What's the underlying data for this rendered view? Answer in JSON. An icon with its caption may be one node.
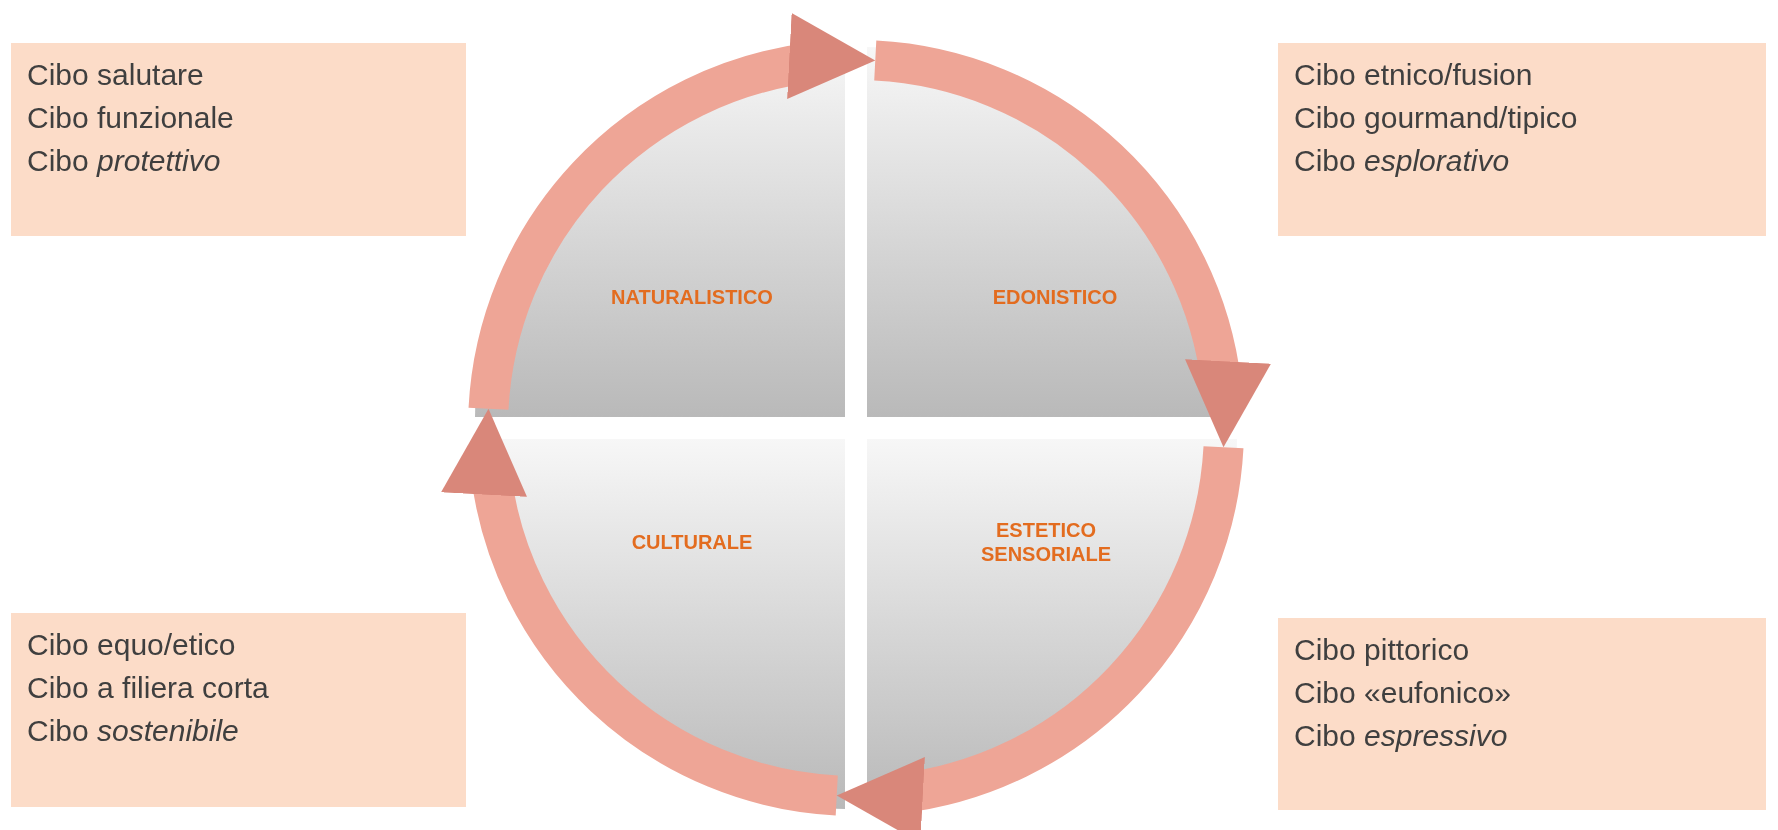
{
  "diagram": {
    "nodes": [
      {
        "text": [
          "Cibo salutare",
          "Cibo funzionale",
          "Cibo *protettivo*"
        ]
      },
      {
        "text": [
          "Cibo etnico/fusion",
          "Cibo gourmand/tipico",
          "Cibo *esplorativo*"
        ]
      },
      {
        "text": [
          "NATURALISTICO"
        ]
      },
      {
        "text": [
          "EDONISTICO"
        ]
      },
      {
        "text": [
          "CULTURALE"
        ]
      },
      {
        "text": [
          "ESTETICO SENSORIALE"
        ]
      },
      {
        "text": [
          "Cibo equo/etico",
          "Cibo a filiera corta",
          "Cibo *sostenibile*"
        ]
      },
      {
        "text": [
          "Cibo pittorico",
          "Cibo «eufonico»",
          "Cibo *espressivo*"
        ]
      }
    ],
    "edges": [
      {
        "from": 2,
        "to": 3,
        "arrow": "to"
      },
      {
        "from": 3,
        "to": 5,
        "arrow": "to"
      },
      {
        "from": 5,
        "to": 4,
        "arrow": "to"
      },
      {
        "from": 4,
        "to": 2,
        "arrow": "to"
      }
    ]
  }
}
